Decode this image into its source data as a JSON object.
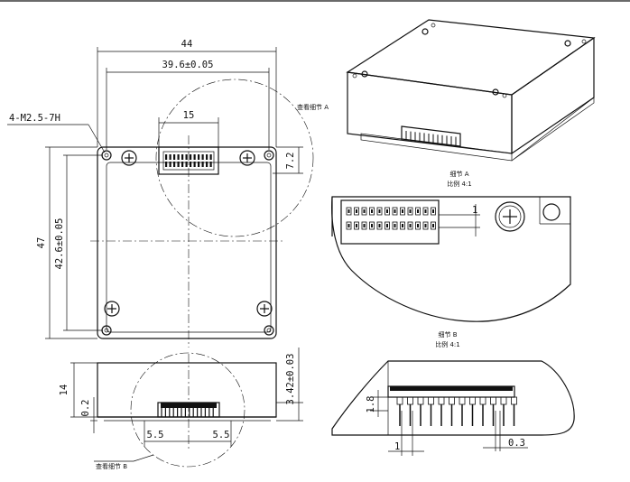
{
  "top_view": {
    "dims": {
      "width_total": "44",
      "hole_spacing_x": "39.6±0.05",
      "connector_width": "15",
      "height_total": "47",
      "hole_spacing_y": "42.6±0.05",
      "connector_offset": "7.2"
    },
    "thread_callout": "4-M2.5-7H",
    "detail_ref_a": "查看细节 A"
  },
  "side_view": {
    "dims": {
      "thickness": "14",
      "offset": "0.2",
      "connector_height": "3.42±0.03",
      "left_offset": "5.5",
      "right_offset": "5.5"
    },
    "detail_ref_b": "查看细节 B"
  },
  "detail_a": {
    "title": "细节 A",
    "scale": "比例 4:1",
    "pitch": "1"
  },
  "detail_b": {
    "title": "细节 B",
    "scale": "比例 4:1",
    "pin_length": "1.8",
    "pitch": "1",
    "pin_width": "0.3"
  }
}
